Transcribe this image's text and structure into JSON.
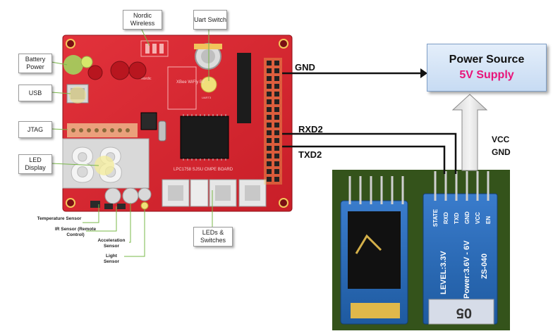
{
  "board": {
    "callouts": {
      "nordic": "Nordic Wireless",
      "uart": "Uart Switch",
      "battery": "Battery Power",
      "usb": "USB",
      "jtag": "JTAG",
      "led_display": "LED Display",
      "leds_switches": "LEDs & Switches"
    },
    "sensors": {
      "temperature": "Temperature Sensor",
      "ir": "IR Sensor (Remote Control)",
      "acceleration": "Acceleration Sensor",
      "light": "Light Sensor"
    },
    "silkscreen": {
      "board_name": "LPC1758 SJSU CMPE BOARD",
      "xbee": "XBee WiFly BT",
      "nordic": "Nordic",
      "uart": "UART3",
      "display_digits": "88"
    }
  },
  "wires": {
    "gnd": "GND",
    "rxd2": "RXD2",
    "txd2": "TXD2",
    "vcc_gnd": [
      "VCC",
      "GND"
    ]
  },
  "power_source": {
    "title": "Power Source",
    "subtitle": "5V Supply"
  },
  "bt_module": {
    "pins": [
      "STATE",
      "RXD",
      "TXD",
      "GND",
      "VCC",
      "EN"
    ],
    "level_text": "LEVEL:3.3V",
    "power_text": "Power:3.6V - 6V",
    "model": "ZS-040",
    "sticker": "05"
  },
  "colors": {
    "board_red": "#d8252f",
    "power_box": "#d6e4f5",
    "subtitle_pink": "#e8157a",
    "bt_blue": "#2f6fb8"
  }
}
